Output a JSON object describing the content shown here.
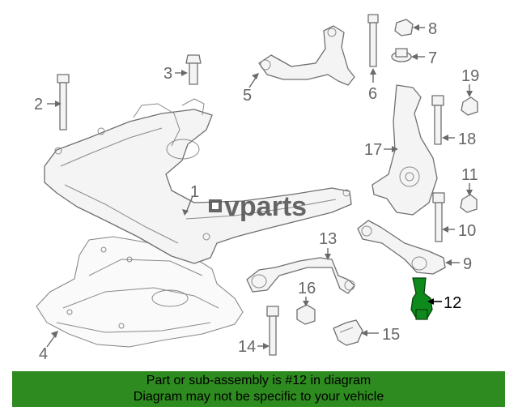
{
  "logo": {
    "brand": "vparts"
  },
  "callouts": [
    {
      "num": "1"
    },
    {
      "num": "2"
    },
    {
      "num": "3"
    },
    {
      "num": "4"
    },
    {
      "num": "5"
    },
    {
      "num": "6"
    },
    {
      "num": "7"
    },
    {
      "num": "8"
    },
    {
      "num": "9"
    },
    {
      "num": "10"
    },
    {
      "num": "11"
    },
    {
      "num": "12"
    },
    {
      "num": "13"
    },
    {
      "num": "14"
    },
    {
      "num": "15"
    },
    {
      "num": "16"
    },
    {
      "num": "17"
    },
    {
      "num": "18"
    },
    {
      "num": "19"
    }
  ],
  "highlight": {
    "part_number": "12",
    "color": "#0e8a1c"
  },
  "banner": {
    "line1": "Part or sub-assembly is #12 in diagram",
    "line2": "Diagram may not be specific to your vehicle",
    "color": "#2e8b1f"
  }
}
